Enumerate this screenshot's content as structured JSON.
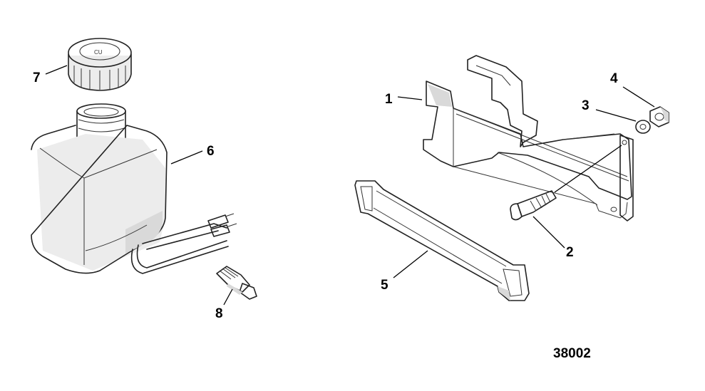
{
  "callouts": [
    {
      "id": "1",
      "label": "1"
    },
    {
      "id": "2",
      "label": "2"
    },
    {
      "id": "3",
      "label": "3"
    },
    {
      "id": "4",
      "label": "4"
    },
    {
      "id": "5",
      "label": "5"
    },
    {
      "id": "6",
      "label": "6"
    },
    {
      "id": "7",
      "label": "7"
    },
    {
      "id": "8",
      "label": "8"
    }
  ],
  "drawing_number": "38002"
}
